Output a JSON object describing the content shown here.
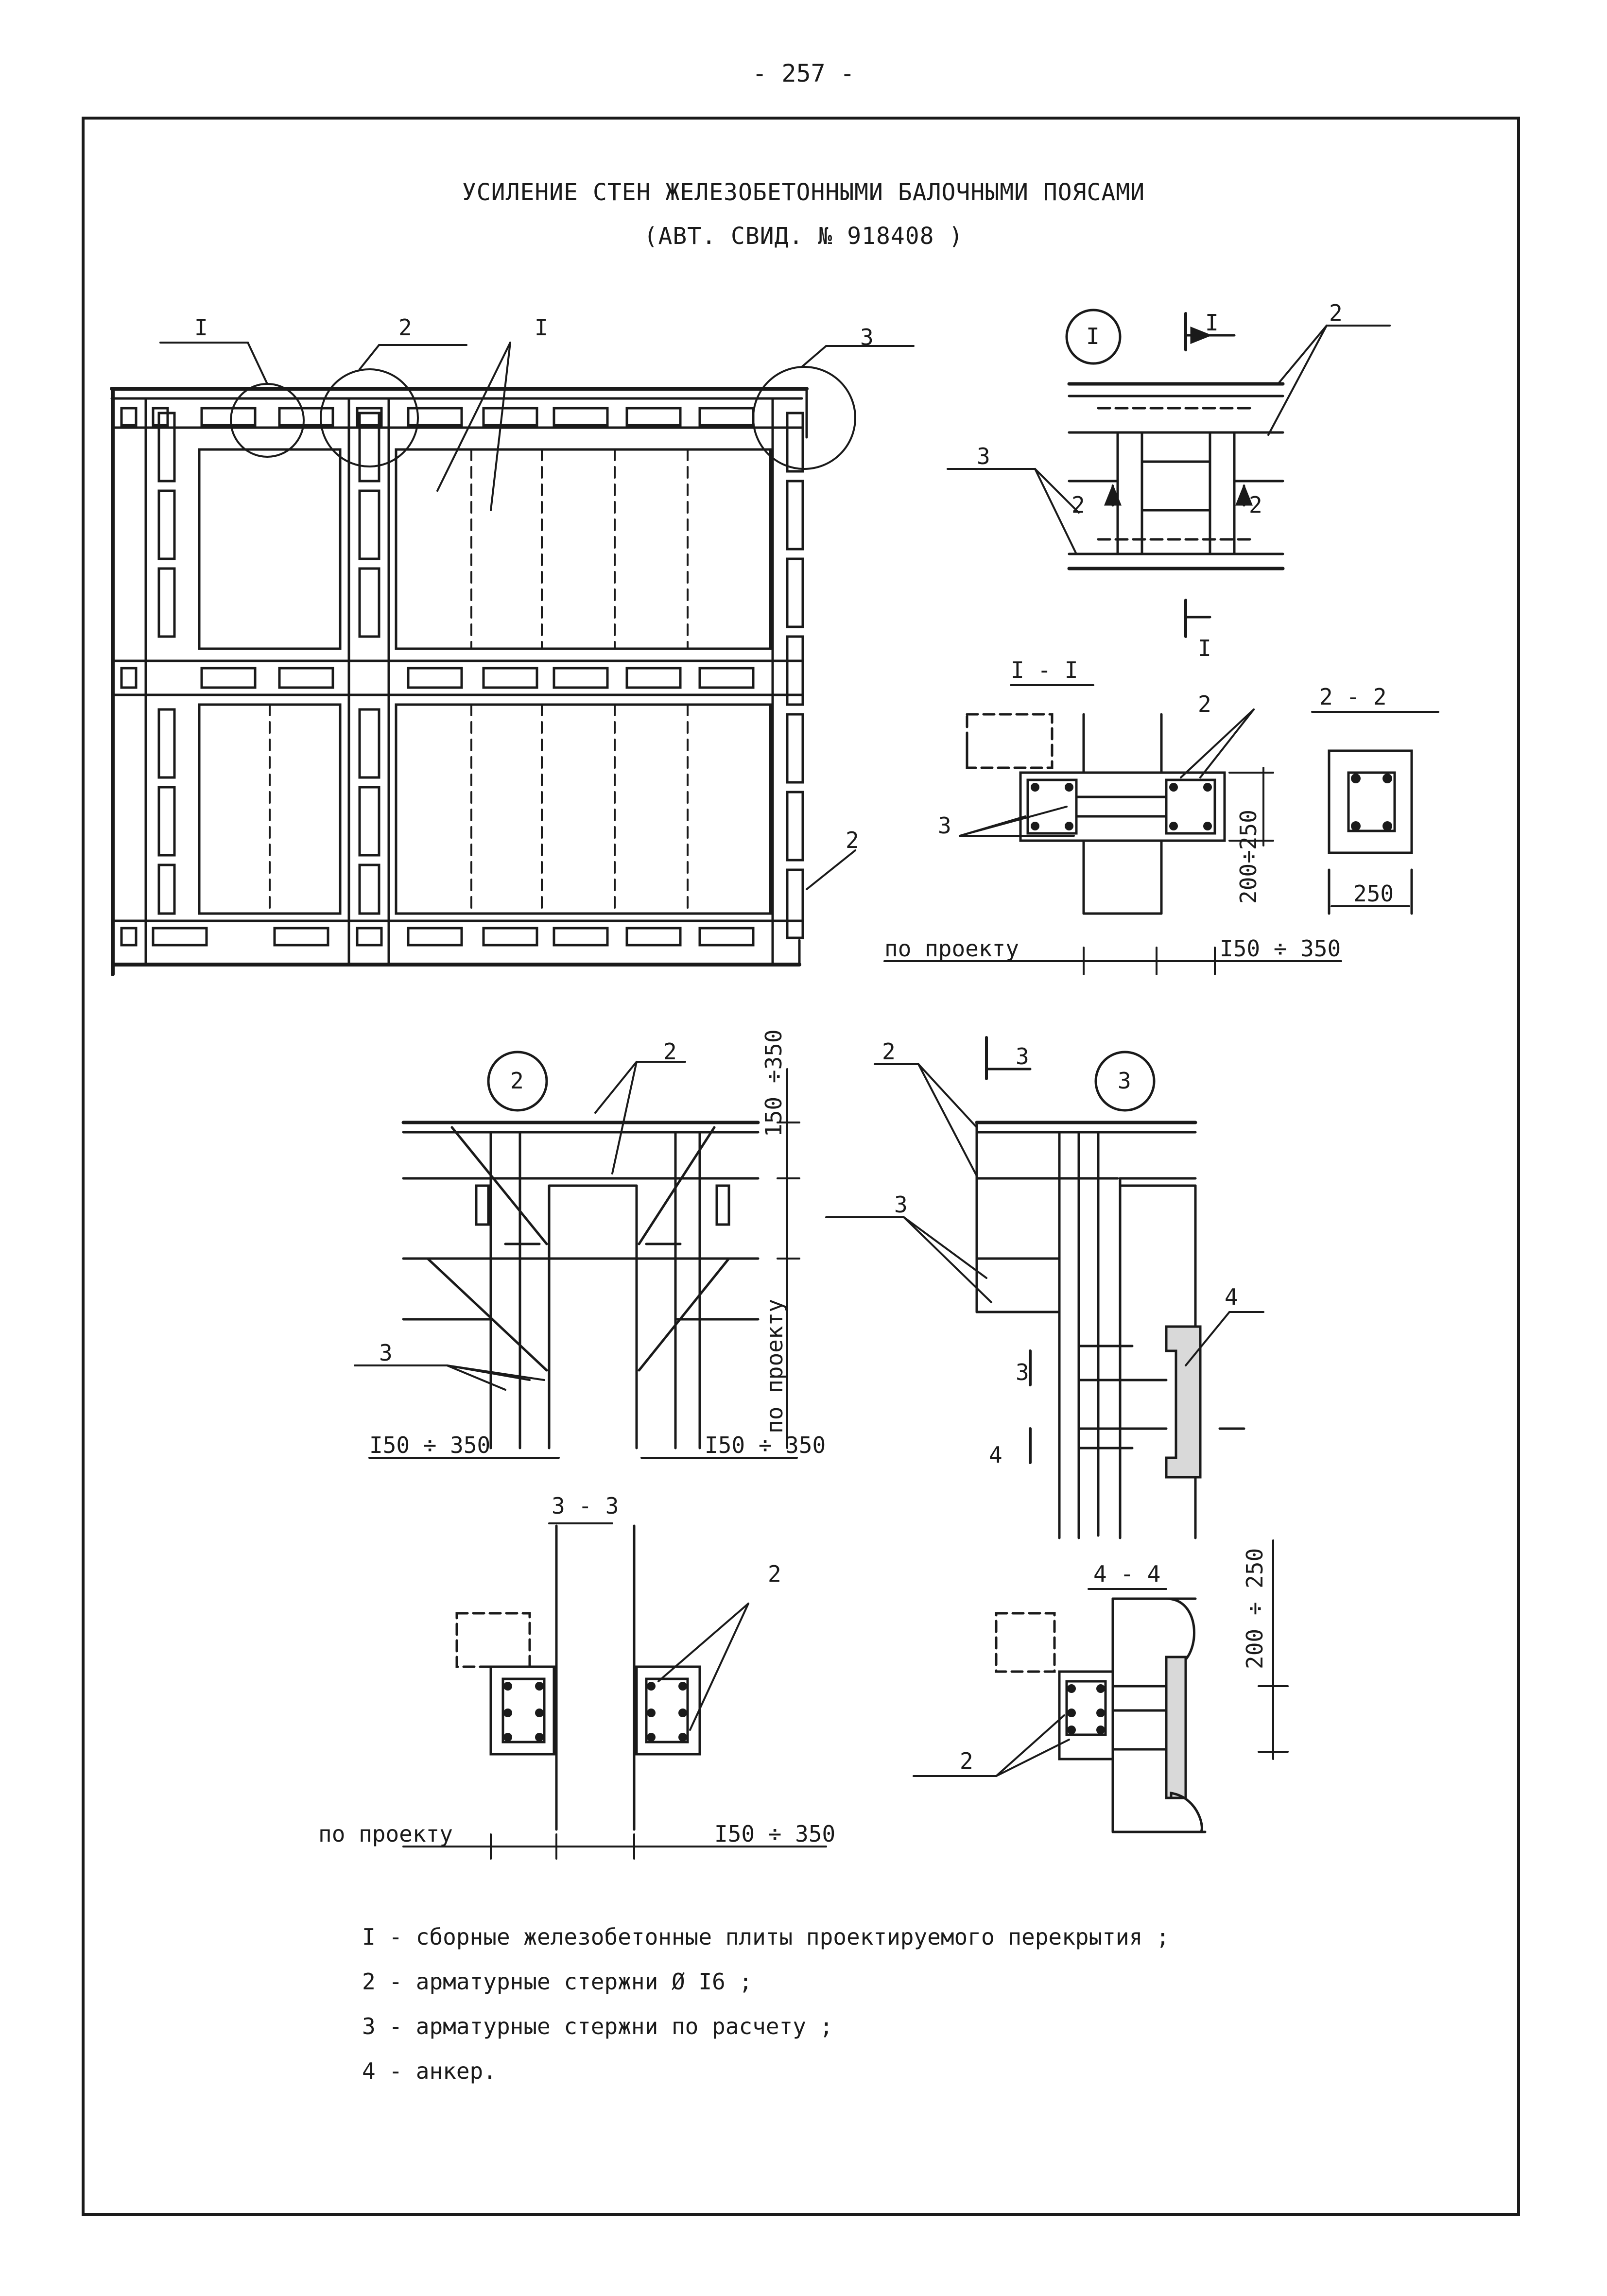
{
  "page_number": "- 257 -",
  "title_line1": "УСИЛЕНИЕ СТЕН ЖЕЛЕЗОБЕТОННЫМИ БАЛОЧНЫМИ ПОЯСАМИ",
  "title_line2": "(АВТ. СВИД. № 918408 )",
  "callouts": {
    "one": "I",
    "two": "2",
    "three": "3",
    "four": "4"
  },
  "details": {
    "one": "I",
    "two": "2",
    "three": "3"
  },
  "sections": {
    "s1": "I - I",
    "s2": "2 - 2",
    "s3": "3 - 3",
    "s4": "4 - 4"
  },
  "dimensions": {
    "by_project": "по проекту",
    "width_150_350": "I50 ÷ 350",
    "width_150_350_v": "150 ÷350",
    "height_200_250": "200÷250",
    "height_200_250_b": "200 ÷ 250",
    "size_250": "250"
  },
  "legend": [
    "I - сборные железобетонные плиты проектируемого перекрытия ;",
    "2 - арматурные стержни Ø I6 ;",
    "3 - арматурные стержни по расчету ;",
    "4 - анкер."
  ]
}
